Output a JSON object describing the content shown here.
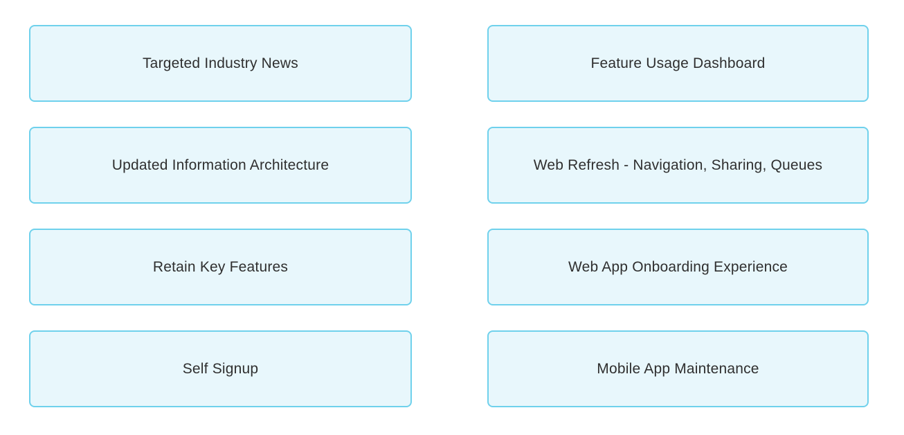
{
  "colors": {
    "page_bg": "#FFFFFF",
    "card_bg": "#E8F7FC",
    "card_border": "#6FD1EC",
    "text_color": "#2F2F2F"
  },
  "columns": [
    {
      "cards": [
        "Targeted Industry News",
        "Updated Information Architecture",
        "Retain Key Features",
        "Self Signup"
      ]
    },
    {
      "cards": [
        "Feature Usage Dashboard",
        "Web Refresh - Navigation, Sharing, Queues",
        "Web App Onboarding Experience",
        "Mobile App Maintenance"
      ]
    }
  ]
}
